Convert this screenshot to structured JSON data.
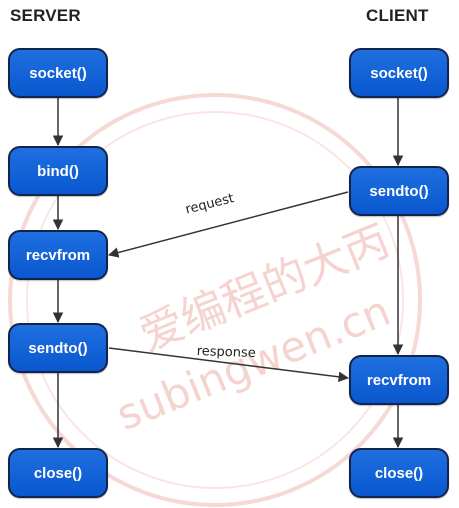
{
  "server": {
    "title": "SERVER",
    "nodes": {
      "socket": "socket()",
      "bind": "bind()",
      "recvfrom": "recvfrom",
      "sendto": "sendto()",
      "close": "close()"
    }
  },
  "client": {
    "title": "CLIENT",
    "nodes": {
      "socket": "socket()",
      "sendto": "sendto()",
      "recvfrom": "recvfrom",
      "close": "close()"
    }
  },
  "edges": {
    "request": "request",
    "response": "response"
  },
  "watermark": {
    "line1": "爱编程的大丙",
    "line2": "subingwen.cn"
  },
  "colors": {
    "node_fill": "#0a57cf",
    "node_border": "#12244d",
    "arrow": "#333333",
    "watermark": "#f2c4c0"
  }
}
